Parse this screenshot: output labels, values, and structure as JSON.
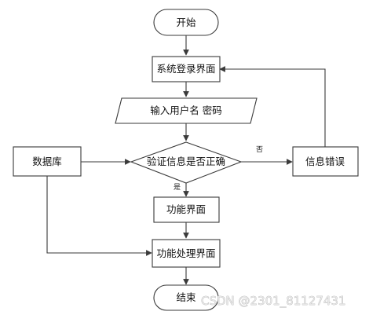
{
  "nodes": {
    "start": "开始",
    "login": "系统登录界面",
    "input": "输入用户名 密码",
    "database": "数据库",
    "verify": "验证信息是否正确",
    "error": "信息错误",
    "function": "功能界面",
    "process": "功能处理界面",
    "end": "结束"
  },
  "edges": {
    "no": "否",
    "yes": "是"
  },
  "watermark": "CSDN @2301_81127431"
}
